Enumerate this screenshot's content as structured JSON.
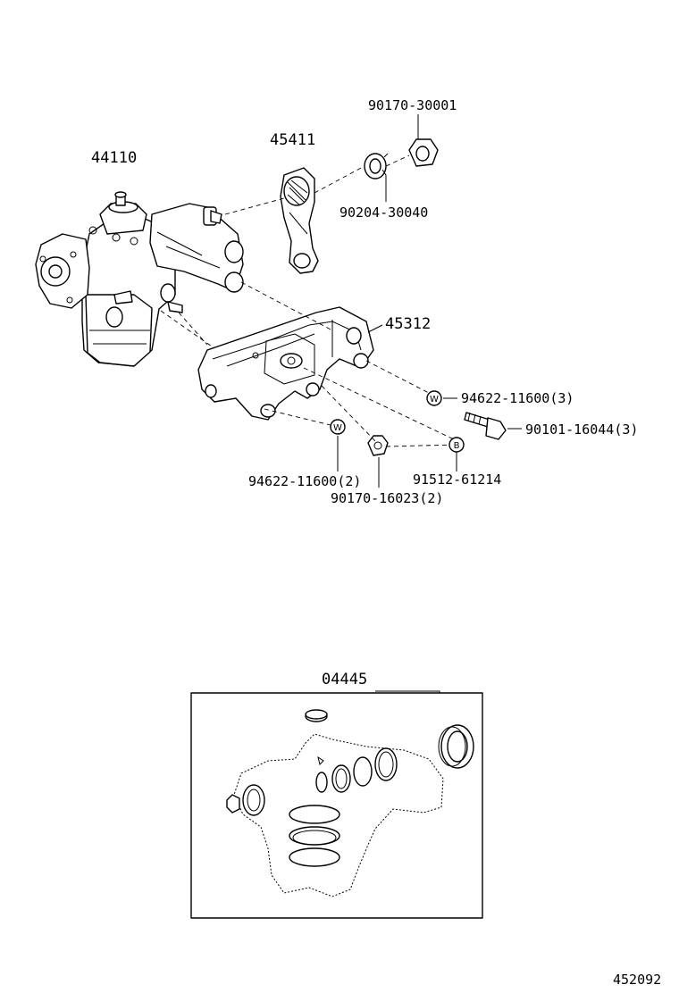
{
  "diagram_number": "452092",
  "labels": {
    "p44110": "44110",
    "p45411": "45411",
    "p90170_30001": "90170-30001",
    "p90204_30040": "90204-30040",
    "p45312": "45312",
    "p94622_11600_3": "94622-11600(3)",
    "p90101_16044_3": "90101-16044(3)",
    "p94622_11600_2": "94622-11600(2)",
    "p91512_61214": "91512-61214",
    "p90170_16023_2": "90170-16023(2)",
    "p04445": "04445"
  },
  "badges": {
    "washer_a": "W",
    "washer_b": "W",
    "bolt": "B"
  }
}
